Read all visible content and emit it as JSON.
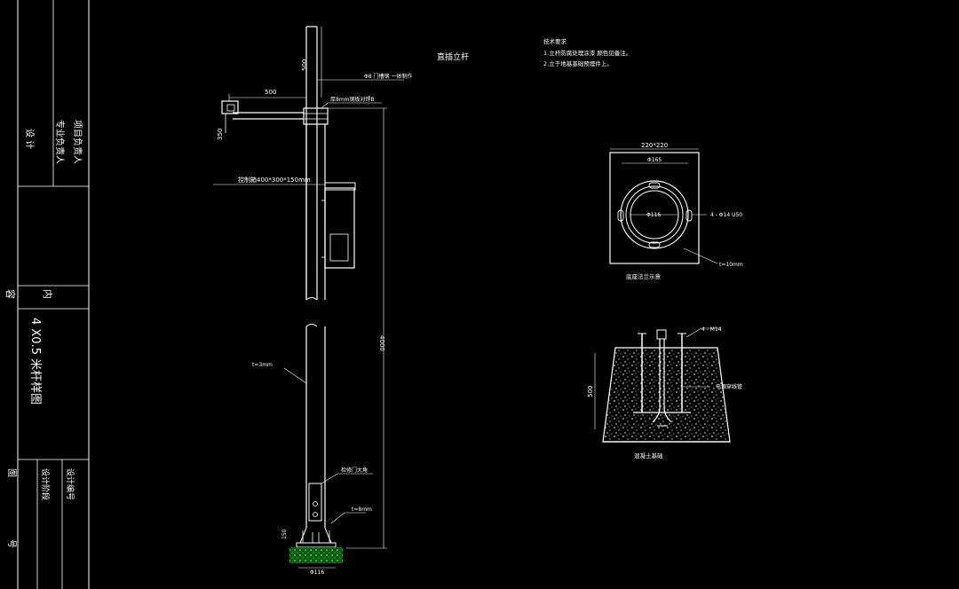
{
  "title_block": {
    "row1": [
      "项目负责人",
      "专业负责人",
      "设 计"
    ],
    "row2_label": "容",
    "row2_value": "内",
    "drawing_title": "4 X0.5 米杆样图",
    "row4": [
      "图",
      "号"
    ],
    "row4_a": "设计阶段",
    "row4_b": "设计编号"
  },
  "pole": {
    "dim_top": "500",
    "dim_arm": "500",
    "dim_arm_drop": "350",
    "callout_arm": "Φ8 门槽钢 一体制作",
    "callout_weld": "厚8mm钢板对焊B",
    "callout_box": "控制箱400*300*150mm",
    "dim_height": "4000",
    "callout_t3": "t=3mm",
    "callout_door": "检修门大角",
    "callout_t8": "t=8mm",
    "dim_base": "150",
    "dim_bottom": "Φ116"
  },
  "section_title": "直插立杆",
  "notes": {
    "title": "技术要求",
    "lines": [
      "1.立杆防腐处理涂漆 颜色见备注。",
      "2.立于地基基础预埋件上。"
    ]
  },
  "flange": {
    "dim_outer": "220*220",
    "dim_circle": "Φ165",
    "dim_inner": "Φ116",
    "callout_holes": "4 - Φ14 U50",
    "callout_thickness": "t=10mm",
    "caption": "底座法兰示意"
  },
  "foundation": {
    "callout_bolts": "4 - M14",
    "dim_depth": "500",
    "callout_conduit": "电源穿线管",
    "caption": "混凝土基础"
  }
}
